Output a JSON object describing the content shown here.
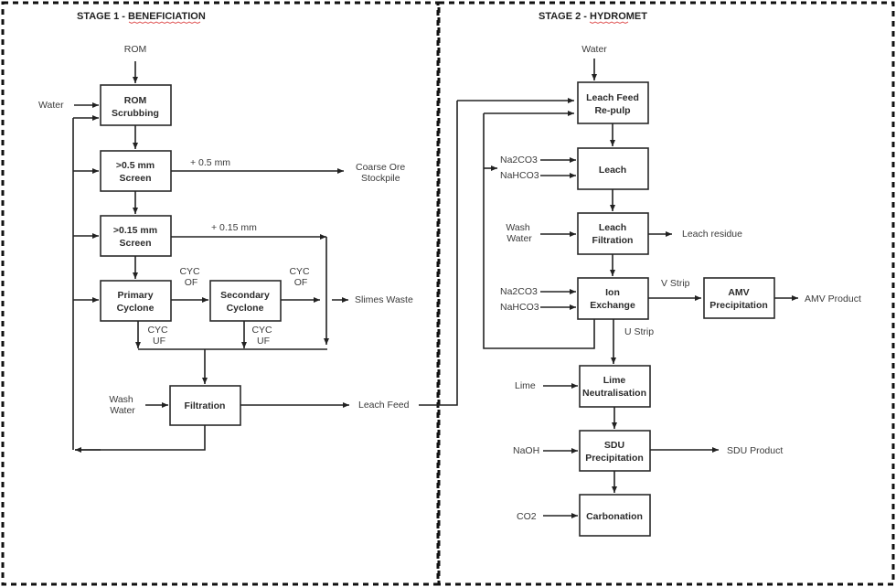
{
  "stages": [
    {
      "id": "stage1",
      "prefix": "STAGE 1 - ",
      "name": "BENEFICIATION"
    },
    {
      "id": "stage2",
      "prefix": "STAGE 2 - ",
      "name": "HYDROMET"
    }
  ],
  "stage1": {
    "boxes": {
      "rom_scrubbing": [
        "ROM",
        "Scrubbing"
      ],
      "screen_05": [
        ">0.5 mm",
        "Screen"
      ],
      "screen_015": [
        ">0.15 mm",
        "Screen"
      ],
      "primary_cyclone": [
        "Primary",
        "Cyclone"
      ],
      "secondary_cyclone": [
        "Secondary",
        "Cyclone"
      ],
      "filtration": [
        "Filtration"
      ]
    },
    "labels": {
      "rom": "ROM",
      "water": "Water",
      "plus_05": "+ 0.5 mm",
      "coarse_ore": [
        "Coarse Ore",
        "Stockpile"
      ],
      "plus_015": "+ 0.15 mm",
      "cyc_of_1": [
        "CYC",
        "OF"
      ],
      "cyc_of_2": [
        "CYC",
        "OF"
      ],
      "cyc_uf_1": [
        "CYC",
        "UF"
      ],
      "cyc_uf_2": [
        "CYC",
        "UF"
      ],
      "slimes_waste": "Slimes Waste",
      "wash_water": [
        "Wash",
        "Water"
      ],
      "leach_feed": "Leach Feed"
    }
  },
  "stage2": {
    "boxes": {
      "leach_feed_repulp": [
        "Leach Feed",
        "Re-pulp"
      ],
      "leach": [
        "Leach"
      ],
      "leach_filtration": [
        "Leach",
        "Filtration"
      ],
      "ion_exchange": [
        "Ion",
        "Exchange"
      ],
      "amv_precipitation": [
        "AMV",
        "Precipitation"
      ],
      "lime_neutralisation": [
        "Lime",
        "Neutralisation"
      ],
      "sdu_precipitation": [
        "SDU",
        "Precipitation"
      ],
      "carbonation": [
        "Carbonation"
      ]
    },
    "labels": {
      "water": "Water",
      "na2co3_leach": "Na2CO3",
      "nahco3_leach": "NaHCO3",
      "wash_water": [
        "Wash",
        "Water"
      ],
      "leach_residue": "Leach residue",
      "na2co3_ix": "Na2CO3",
      "nahco3_ix": "NaHCO3",
      "v_strip": "V Strip",
      "u_strip": "U Strip",
      "amv_product": "AMV Product",
      "lime": "Lime",
      "naoh": "NaOH",
      "sdu_product": "SDU Product",
      "co2": "CO2"
    }
  }
}
